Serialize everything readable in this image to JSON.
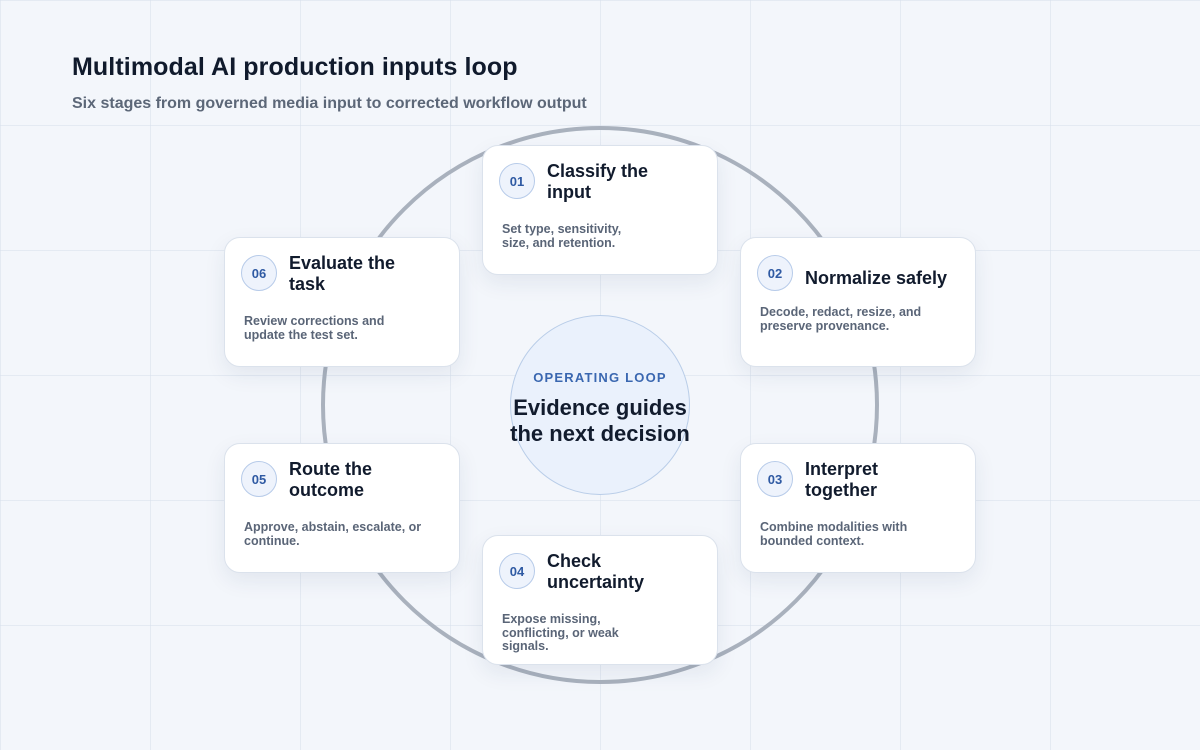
{
  "header": {
    "title": "Multimodal AI production inputs loop",
    "subtitle": "Six stages from governed media input to corrected workflow output"
  },
  "center": {
    "kicker": "OPERATING LOOP",
    "line1": "Evidence guides",
    "line2": "the next decision"
  },
  "stages": [
    {
      "number": "01",
      "title": "Classify the input",
      "description": "Set type, sensitivity, size, and retention."
    },
    {
      "number": "02",
      "title": "Normalize safely",
      "description": "Decode, redact, resize, and preserve provenance."
    },
    {
      "number": "03",
      "title": "Interpret together",
      "description": "Combine modalities with bounded context."
    },
    {
      "number": "04",
      "title": "Check uncertainty",
      "description": "Expose missing, conflicting, or weak signals."
    },
    {
      "number": "05",
      "title": "Route the outcome",
      "description": "Approve, abstain, escalate, or continue."
    },
    {
      "number": "06",
      "title": "Evaluate the task",
      "description": "Review corrections and update the test set."
    }
  ],
  "colors": {
    "ring": "#a9b1bd",
    "accent": "#3a67b0",
    "badge_border": "#b7cbe9"
  }
}
